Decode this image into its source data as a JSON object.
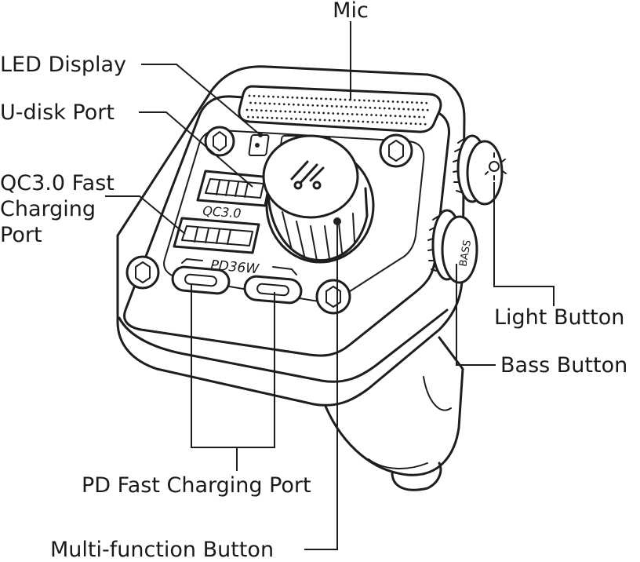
{
  "labels": {
    "mic": "Mic",
    "led_display": "LED Display",
    "u_disk_port": "U-disk Port",
    "qc_line1": "QC3.0 Fast",
    "qc_line2": "Charging",
    "qc_line3": "Port",
    "light_button": "Light Button",
    "bass_button": "Bass Button",
    "pd_port": "PD Fast Charging Port",
    "multi_button": "Multi-function Button"
  },
  "device_markings": {
    "qc": "QC3.0",
    "pd": "PD36W",
    "bass": "BASS"
  },
  "icons": [
    "music-note-icon",
    "lightbulb-icon"
  ]
}
